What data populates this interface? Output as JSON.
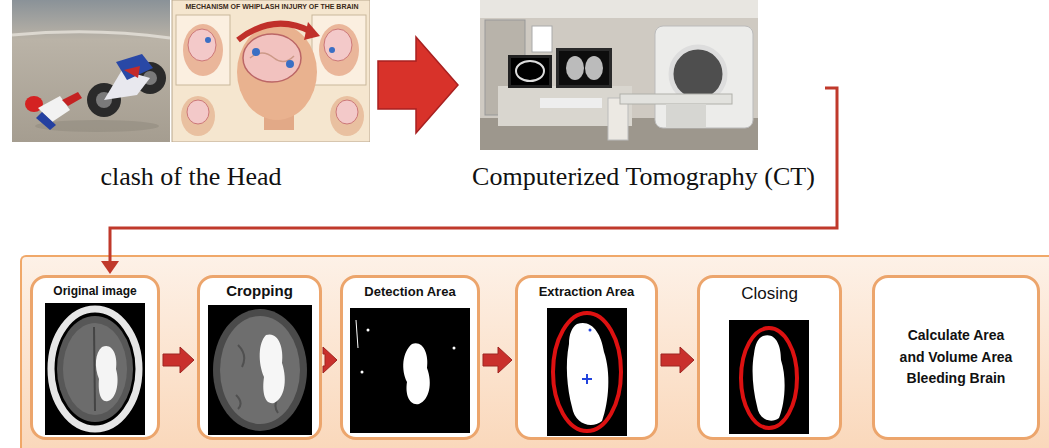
{
  "diagram": {
    "nodes": [
      {
        "text": [
          "clash of the Head"
        ]
      },
      {
        "text": [
          "Computerized Tomography (CT)"
        ]
      },
      {
        "text": [
          "Original image"
        ]
      },
      {
        "text": [
          "Cropping"
        ]
      },
      {
        "text": [
          "Detection Area"
        ]
      },
      {
        "text": [
          "Extraction Area"
        ]
      },
      {
        "text": [
          "Closing"
        ]
      },
      {
        "text": [
          "Calculate Area and Volume Area Bleeding Brain"
        ]
      }
    ],
    "edges": [
      {
        "from": 0,
        "to": 1,
        "arrow": "to"
      },
      {
        "from": 1,
        "to": 2,
        "arrow": "to"
      },
      {
        "from": 2,
        "to": 3,
        "arrow": "to"
      },
      {
        "from": 3,
        "to": 4,
        "arrow": "to"
      },
      {
        "from": 4,
        "to": 5,
        "arrow": "to"
      },
      {
        "from": 5,
        "to": 6,
        "arrow": "to"
      }
    ],
    "labels": [
      "MECHANISM OF WHIPLASH INJURY OF THE BRAIN"
    ]
  }
}
